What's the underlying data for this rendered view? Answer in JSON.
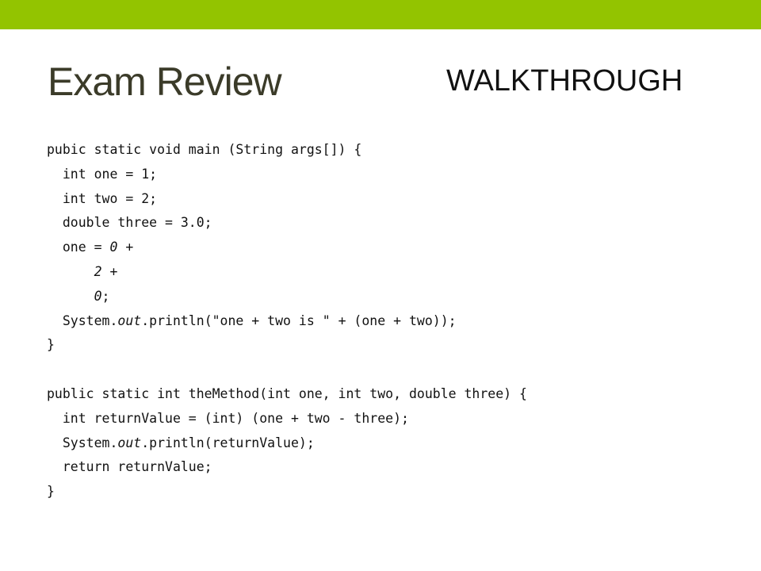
{
  "slide": {
    "title": "Exam Review",
    "subtitle": "WALKTHROUGH"
  },
  "code": {
    "lines": [
      [
        {
          "t": "pubic static void main (String args[]) {"
        }
      ],
      [
        {
          "t": "  int one = 1;"
        }
      ],
      [
        {
          "t": "  int two = 2;"
        }
      ],
      [
        {
          "t": "  double three = 3.0;"
        }
      ],
      [
        {
          "t": "  one = "
        },
        {
          "t": "0",
          "i": true
        },
        {
          "t": " +"
        }
      ],
      [
        {
          "t": "      "
        },
        {
          "t": "2",
          "i": true
        },
        {
          "t": " +"
        }
      ],
      [
        {
          "t": "      "
        },
        {
          "t": "0",
          "i": true
        },
        {
          "t": ";"
        }
      ],
      [
        {
          "t": "  System."
        },
        {
          "t": "out",
          "i": true
        },
        {
          "t": ".println(\"one + two is \" + (one + two));"
        }
      ],
      [
        {
          "t": "}"
        }
      ],
      [
        {
          "t": ""
        }
      ],
      [
        {
          "t": "public static int theMethod(int one, int two, double three) {"
        }
      ],
      [
        {
          "t": "  int returnValue = (int) (one + two - three);"
        }
      ],
      [
        {
          "t": "  System."
        },
        {
          "t": "out",
          "i": true
        },
        {
          "t": ".println(returnValue);"
        }
      ],
      [
        {
          "t": "  return returnValue;"
        }
      ],
      [
        {
          "t": "}"
        }
      ]
    ]
  }
}
